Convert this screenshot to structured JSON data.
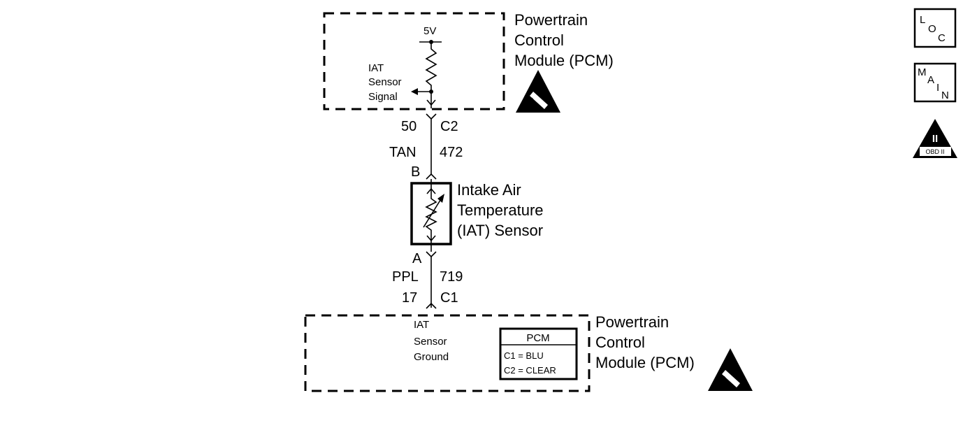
{
  "pcm_top": {
    "title_lines": [
      "Powertrain",
      "Control",
      "Module (PCM)"
    ],
    "voltage": "5V",
    "signal_lines": [
      "IAT",
      "Sensor",
      "Signal"
    ]
  },
  "connector_top": {
    "pin": "50",
    "connector": "C2",
    "wire_color": "TAN",
    "circuit": "472"
  },
  "sensor": {
    "pin_top": "B",
    "pin_bottom": "A",
    "title_lines": [
      "Intake Air",
      "Temperature",
      "(IAT) Sensor"
    ]
  },
  "connector_bottom": {
    "pin": "17",
    "connector": "C1",
    "wire_color": "PPL",
    "circuit": "719"
  },
  "pcm_bottom": {
    "title_lines": [
      "Powertrain",
      "Control",
      "Module (PCM)"
    ],
    "ground_lines": [
      "IAT",
      "Sensor",
      "Ground"
    ],
    "legend": {
      "header": "PCM",
      "rows": [
        "C1 = BLU",
        "C2 = CLEAR"
      ]
    }
  },
  "side_buttons": {
    "loc": [
      "L",
      "O",
      "C"
    ],
    "main": [
      "M",
      "A",
      "I",
      "N"
    ],
    "obd": {
      "numeral": "II",
      "label": "OBD II"
    }
  }
}
